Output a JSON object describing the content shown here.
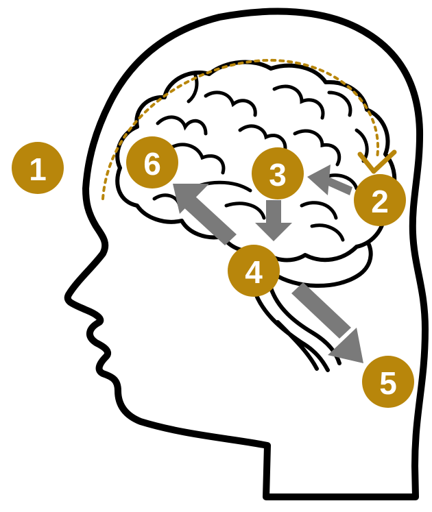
{
  "colors": {
    "marker": "#b8860b",
    "arrow": "#7a7a7a",
    "outline": "#000000",
    "background": "#ffffff"
  },
  "markers": [
    {
      "id": "1",
      "label": "1"
    },
    {
      "id": "2",
      "label": "2"
    },
    {
      "id": "3",
      "label": "3"
    },
    {
      "id": "4",
      "label": "4"
    },
    {
      "id": "5",
      "label": "5"
    },
    {
      "id": "6",
      "label": "6"
    }
  ],
  "arrows": [
    {
      "from": "2",
      "to": "3"
    },
    {
      "from": "3",
      "to": "4"
    },
    {
      "from": "4",
      "to": "6"
    },
    {
      "from": "4",
      "to": "5"
    }
  ]
}
